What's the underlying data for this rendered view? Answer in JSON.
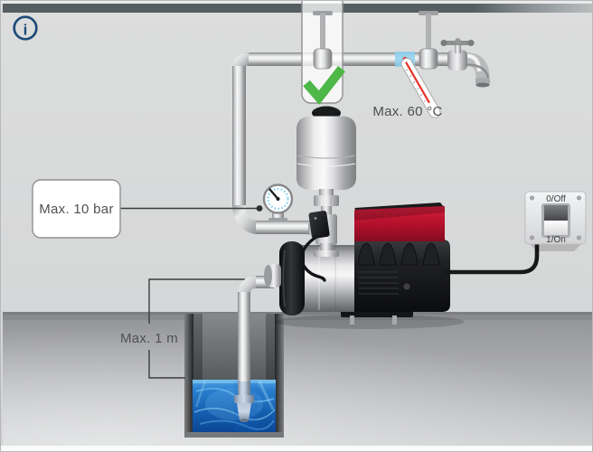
{
  "diagram": {
    "kind": "pump-installation-diagram",
    "info_icon": {
      "glyph": "i"
    },
    "labels": {
      "max_pressure": "Max. 10 bar",
      "max_temperature": "Max. 60 °C",
      "max_suction_lift": "Max. 1 m"
    },
    "power_switch": {
      "off_label": "0/Off",
      "on_label": "1/On"
    },
    "callout": {
      "status_icon": "green-checkmark"
    },
    "icons": [
      "info-icon",
      "checkmark-icon",
      "thermometer-icon",
      "tap-icon",
      "pressure-gauge-icon",
      "diaphragm-tank-icon",
      "pump-icon",
      "power-switch-icon",
      "foot-valve-icon",
      "well-icon"
    ],
    "colors": {
      "check_green": "#4db848",
      "pump_red": "#b8122e",
      "water_blue": "#1e6fc2",
      "info_blue": "#1e4b78",
      "thermometer_red": "#e6332a",
      "pipe_marker_blue": "#8ed2ee",
      "label_text": "#4f5054"
    }
  }
}
